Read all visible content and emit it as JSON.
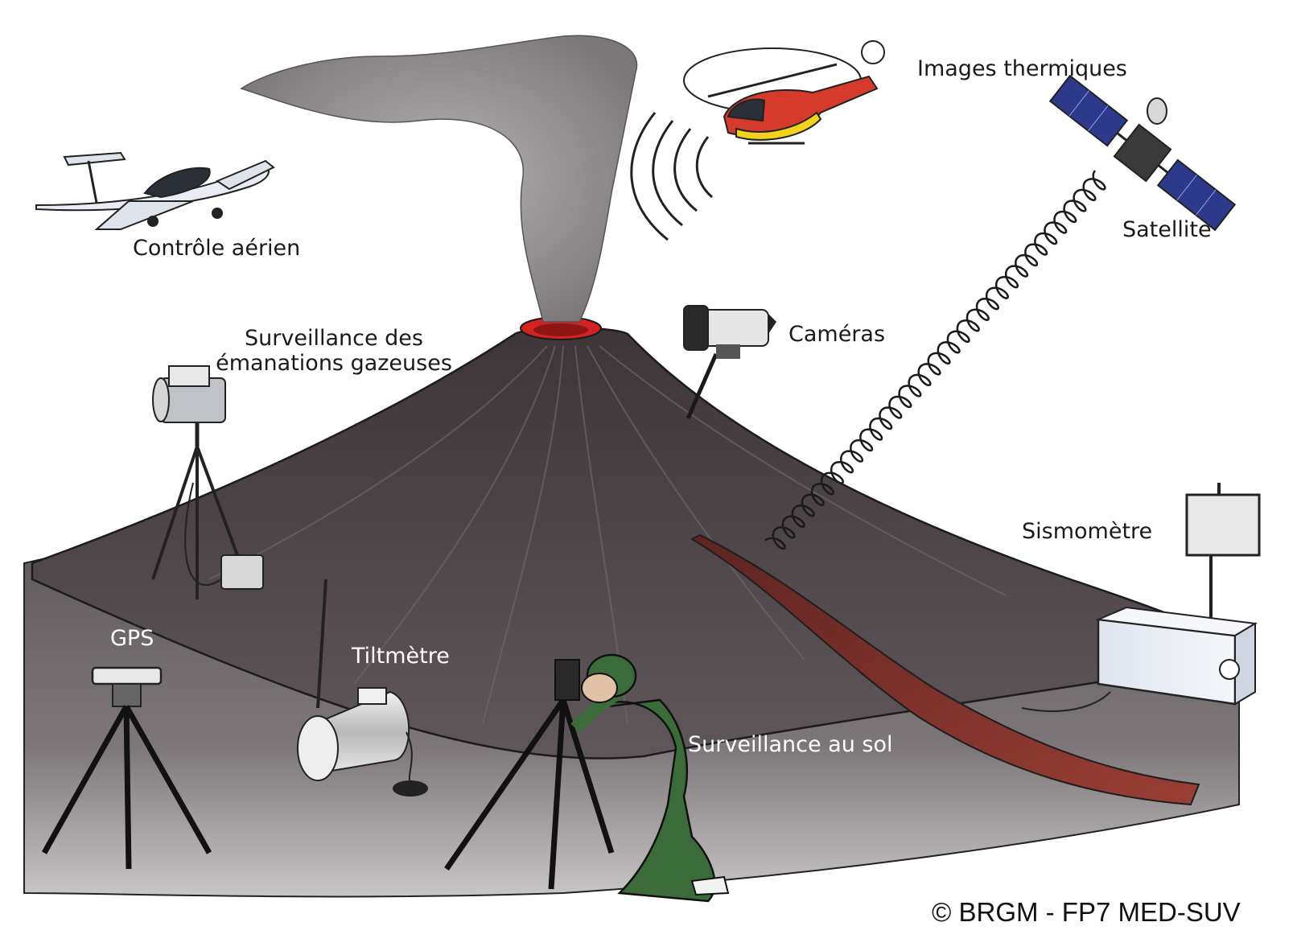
{
  "labels": {
    "air_control": "Contrôle aérien",
    "thermal_images": "Images thermiques",
    "satellite": "Satellite",
    "gas_line1": "Surveillance des",
    "gas_line2": "émanations gazeuses",
    "cameras": "Caméras",
    "seismometer": "Sismomètre",
    "gps": "GPS",
    "tiltmeter": "Tiltmètre",
    "ground_survey": "Surveillance au sol"
  },
  "credit": "© BRGM - FP7 MED-SUV",
  "colors": {
    "ground": "#6b6567",
    "volcano": "#4a4244",
    "smoke": "#8f8c8e",
    "crater": "#d32222",
    "lava": "#7a2f28",
    "helicopter_red": "#d63a2a",
    "helicopter_yellow": "#f2d21c",
    "soldier_green": "#3c6b3a",
    "satellite_panel": "#2d3a8c"
  }
}
